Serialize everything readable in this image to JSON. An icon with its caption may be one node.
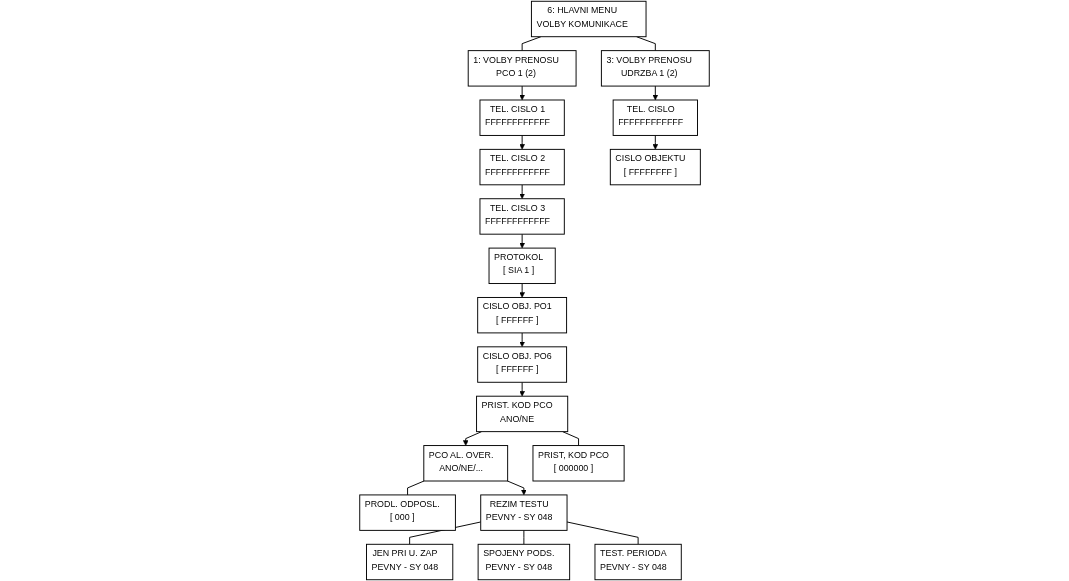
{
  "diagram": {
    "nodes": [
      {
        "text": [
          "6: HLAVNI MENU",
          "VOLBY KOMUNIKACE"
        ]
      },
      {
        "text": [
          "1: VOLBY PRENOSU",
          "PCO 1 (2)"
        ]
      },
      {
        "text": [
          "TEL. CISLO 1",
          "FFFFFFFFFFFF"
        ]
      },
      {
        "text": [
          "TEL. CISLO 2",
          "FFFFFFFFFFFF"
        ]
      },
      {
        "text": [
          "TEL. CISLO 3",
          "FFFFFFFFFFFF"
        ]
      },
      {
        "text": [
          "PROTOKOL",
          "[ SIA 1 ]"
        ]
      },
      {
        "text": [
          "CISLO OBJ. PO1",
          "[ FFFFFF ]"
        ]
      },
      {
        "text": [
          "CISLO OBJ. PO6",
          "[ FFFFFF ]"
        ]
      },
      {
        "text": [
          "PRIST. KOD PCO",
          "ANO/NE"
        ]
      },
      {
        "text": [
          "PCO AL. OVER.",
          "ANO/NE/..."
        ]
      },
      {
        "text": [
          "PRIST, KOD PCO",
          "[ 000000 ]"
        ]
      },
      {
        "text": [
          "PRODL. ODPOSL.",
          "[ 000 ]"
        ]
      },
      {
        "text": [
          "REZIM TESTU",
          "PEVNY  -  SY 048"
        ]
      },
      {
        "text": [
          "JEN PRI U. ZAP",
          "PEVNY  -  SY  048"
        ]
      },
      {
        "text": [
          "SPOJENY PODS.",
          "PEVNY  - SY  048"
        ]
      },
      {
        "text": [
          "TEST. PERIODA",
          "PEVNY  -  SY  048"
        ]
      },
      {
        "text": [
          "3: VOLBY PRENOSU",
          "UDRZBA 1 (2)"
        ]
      },
      {
        "text": [
          "TEL. CISLO",
          "FFFFFFFFFFFF"
        ]
      },
      {
        "text": [
          "CISLO OBJEKTU",
          "[ FFFFFFFF ]"
        ]
      }
    ],
    "edges": [
      {
        "from": 0,
        "to": 1,
        "arrow": "none"
      },
      {
        "from": 0,
        "to": 16,
        "arrow": "none"
      },
      {
        "from": 1,
        "to": 2,
        "arrow": "to"
      },
      {
        "from": 2,
        "to": 3,
        "arrow": "to"
      },
      {
        "from": 3,
        "to": 4,
        "arrow": "to"
      },
      {
        "from": 4,
        "to": 5,
        "arrow": "to"
      },
      {
        "from": 5,
        "to": 6,
        "arrow": "to"
      },
      {
        "from": 6,
        "to": 7,
        "arrow": "to"
      },
      {
        "from": 7,
        "to": 8,
        "arrow": "to"
      },
      {
        "from": 8,
        "to": 9,
        "arrow": "to"
      },
      {
        "from": 8,
        "to": 10,
        "arrow": "none"
      },
      {
        "from": 9,
        "to": 11,
        "arrow": "none"
      },
      {
        "from": 9,
        "to": 12,
        "arrow": "to"
      },
      {
        "from": 12,
        "to": 13,
        "arrow": "none"
      },
      {
        "from": 12,
        "to": 14,
        "arrow": "none"
      },
      {
        "from": 12,
        "to": 15,
        "arrow": "none"
      },
      {
        "from": 16,
        "to": 17,
        "arrow": "to"
      },
      {
        "from": 17,
        "to": 18,
        "arrow": "to"
      }
    ]
  }
}
